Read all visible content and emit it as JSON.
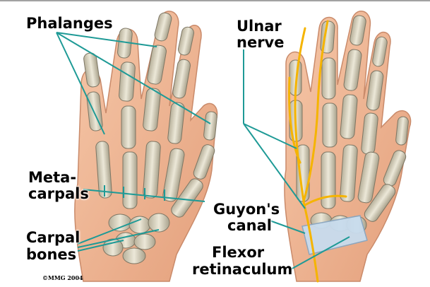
{
  "labels": {
    "phalanges": "Phalanges",
    "metacarpals_1": "Meta-",
    "metacarpals_2": "carpals",
    "carpal_1": "Carpal",
    "carpal_2": "bones",
    "ulnar_1": "Ulnar",
    "ulnar_2": "nerve",
    "guyon_1": "Guyon's",
    "guyon_2": "canal",
    "flexor_1": "Flexor",
    "flexor_2": "retinaculum"
  },
  "copyright": "©MMG 2004",
  "colors": {
    "skin": "#f2b898",
    "bone": "#ddd8c4",
    "leader": "#1e9a96",
    "nerve": "#f5b400",
    "ligament": "#c8dcee"
  }
}
